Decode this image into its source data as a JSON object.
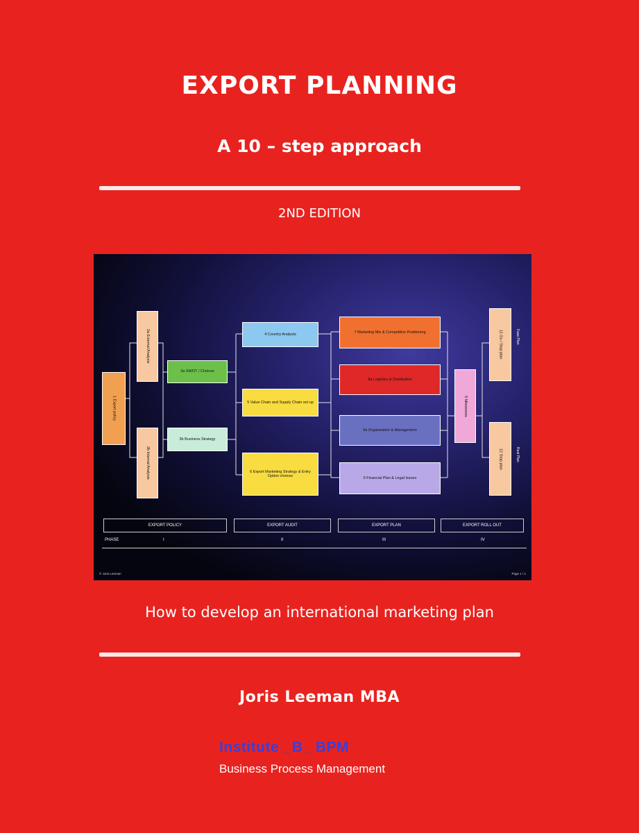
{
  "cover": {
    "title": "EXPORT PLANNING",
    "subtitle": "A 10 – step approach",
    "edition": "2ND EDITION",
    "tagline": "How to develop an international marketing plan",
    "author": "Joris Leeman  MBA",
    "publisher_logo": "Institute _B_ BPM",
    "publisher_name": "Business Process Management"
  },
  "colors": {
    "background": "#e8231f",
    "text": "#ffffff",
    "logo": "#3b3fd8"
  },
  "diagram": {
    "boxes": [
      {
        "id": "b1",
        "text": "1 Export policy",
        "color": "#f0a050",
        "vertical": true
      },
      {
        "id": "b2a",
        "text": "2a External Analysis",
        "color": "#f8c8a0",
        "vertical": true
      },
      {
        "id": "b2b",
        "text": "2b Internal Analysis",
        "color": "#f8c8a0",
        "vertical": true
      },
      {
        "id": "b3a",
        "text": "3a SWOT / Choices",
        "color": "#6cc04a",
        "vertical": false
      },
      {
        "id": "b3b",
        "text": "3b Business Strategy",
        "color": "#c8ecd8",
        "vertical": false
      },
      {
        "id": "b4",
        "text": "4 Country Analysis",
        "color": "#8cc8f0",
        "vertical": false
      },
      {
        "id": "b5",
        "text": "5 Value Chain and Supply Chain set up",
        "color": "#f8dc40",
        "vertical": false
      },
      {
        "id": "b6",
        "text": "6 Export Marketing Strategy & Entry Option choices",
        "color": "#f8dc40",
        "vertical": false
      },
      {
        "id": "b7",
        "text": "7 Marketing Mix & Competitive Positioning",
        "color": "#f07030",
        "vertical": false
      },
      {
        "id": "b8",
        "text": "8a Logistics & Distribution",
        "color": "#e02828",
        "vertical": false
      },
      {
        "id": "b9",
        "text": "9a Organisation & Management",
        "color": "#6a70c0",
        "vertical": false
      },
      {
        "id": "b10",
        "text": "9 Financial Plan & Legal Issues",
        "color": "#b8a8e8",
        "vertical": false
      },
      {
        "id": "b11",
        "text": "9 Milestones",
        "color": "#f0a8d8",
        "vertical": true
      },
      {
        "id": "b12",
        "text": "11 Go / Stop plan",
        "color": "#f8c8a0",
        "vertical": true
      },
      {
        "id": "b13",
        "text": "12 Stop plan",
        "color": "#f8c8a0",
        "vertical": true
      }
    ],
    "side_labels": [
      "Fase Plan",
      "Rest Plan"
    ],
    "phases": [
      {
        "name": "EXPORT POLICY",
        "num": "I"
      },
      {
        "name": "EXPORT AUDIT",
        "num": "II"
      },
      {
        "name": "EXPORT PLAN",
        "num": "III"
      },
      {
        "name": "EXPORT ROLL OUT",
        "num": "IV"
      }
    ],
    "phase_row_label": "PHASE",
    "footer_left": "© Joris Leeman",
    "footer_right": "Page 1 / 1"
  }
}
